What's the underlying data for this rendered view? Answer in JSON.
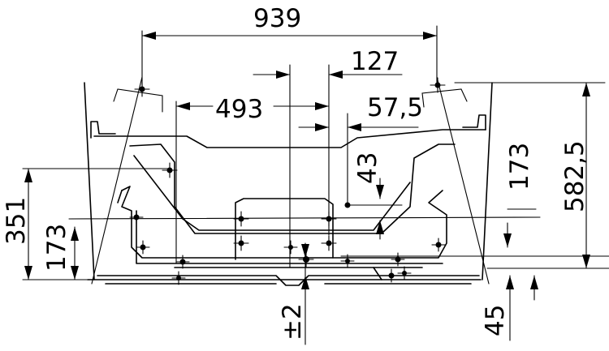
{
  "dimensions": {
    "overall_width": "939",
    "inner_width": "493",
    "center_offset": "127",
    "small_offset": "57,5",
    "pad_height": "43",
    "right_height": "173",
    "total_height": "582,5",
    "left_height": "351",
    "left_low_height": "173",
    "tolerance": "±2",
    "bottom_gap": "45"
  }
}
